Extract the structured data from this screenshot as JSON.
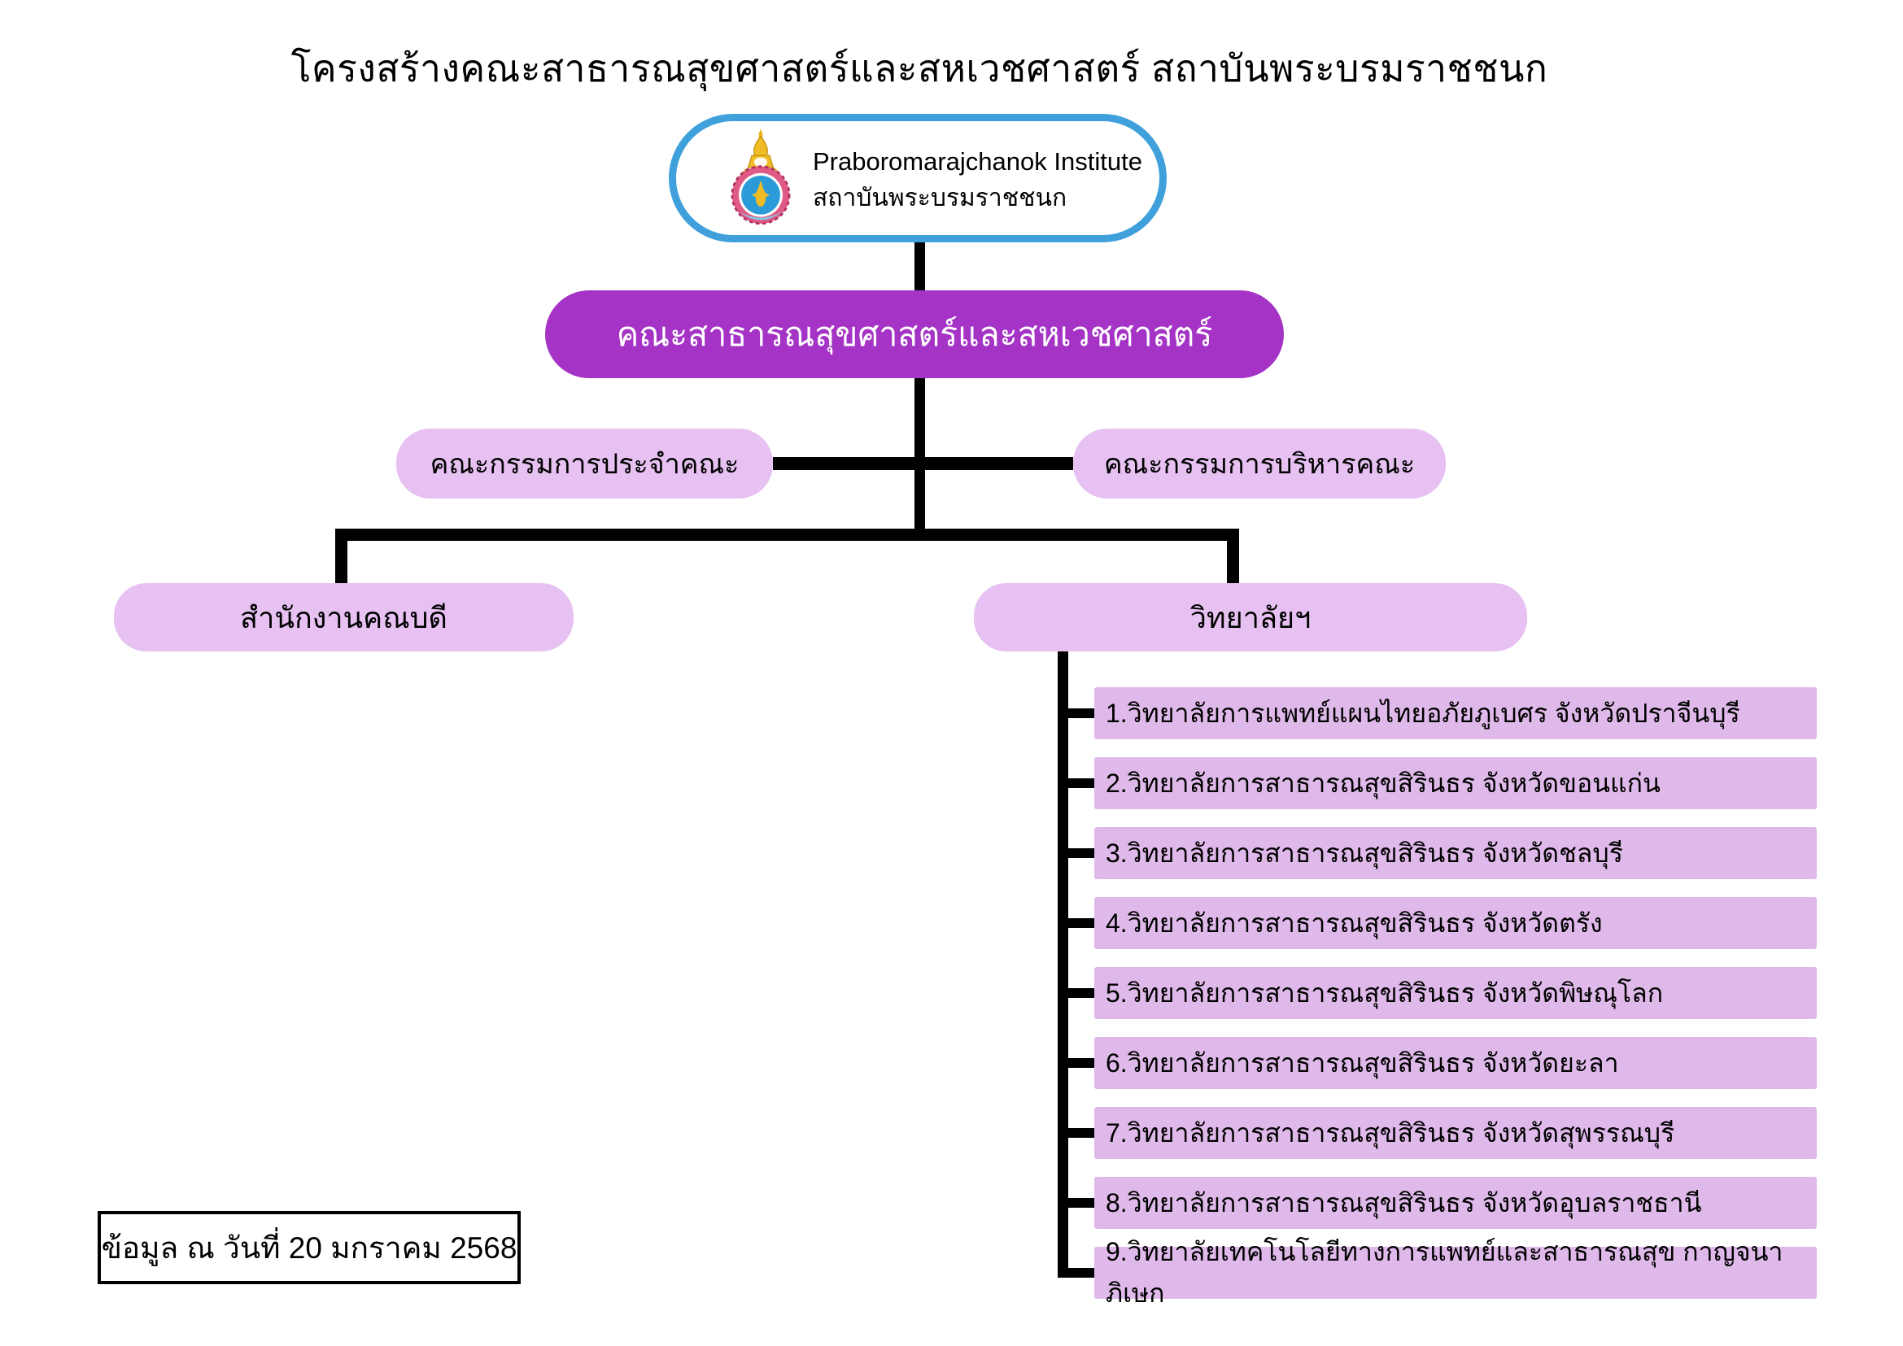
{
  "title": "โครงสร้างคณะสาธารณสุขศาสตร์และสหเวชศาสตร์ สถาบันพระบรมราชชนก",
  "logo": {
    "name_en": "Praboromarajchanok Institute",
    "name_th": "สถาบันพระบรมราชชนก"
  },
  "org": {
    "faculty": "คณะสาธารณสุขศาสตร์และสหเวชศาสตร์",
    "committee_left": "คณะกรรมการประจำคณะ",
    "committee_right": "คณะกรรมการบริหารคณะ",
    "dean_office": "สำนักงานคณบดี",
    "colleges_parent": "วิทยาลัยฯ",
    "colleges": [
      "1.วิทยาลัยการแพทย์แผนไทยอภัยภูเบศร จังหวัดปราจีนบุรี",
      "2.วิทยาลัยการสาธารณสุขสิรินธร จังหวัดขอนแก่น",
      "3.วิทยาลัยการสาธารณสุขสิรินธร จังหวัดชลบุรี",
      "4.วิทยาลัยการสาธารณสุขสิรินธร จังหวัดตรัง",
      "5.วิทยาลัยการสาธารณสุขสิรินธร จังหวัดพิษณุโลก",
      "6.วิทยาลัยการสาธารณสุขสิรินธร จังหวัดยะลา",
      "7.วิทยาลัยการสาธารณสุขสิรินธร จังหวัดสุพรรณบุรี",
      "8.วิทยาลัยการสาธารณสุขสิรินธร จังหวัดอุบลราชธานี",
      "9.วิทยาลัยเทคโนโลยีทางการแพทย์และสาธารณสุข กาญจนาภิเษก"
    ]
  },
  "footnote": "ข้อมูล ณ วันที่ 20 มกราคม 2568",
  "colors": {
    "faculty_purple": "#A534C6",
    "pill_lavender": "#E6C1F1",
    "item_lavender": "#DFB9E9",
    "logo_border_blue": "#3FA0DC",
    "connector_black": "#000000"
  }
}
